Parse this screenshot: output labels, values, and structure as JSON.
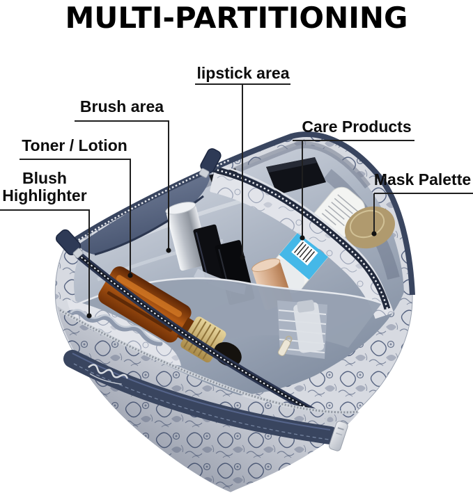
{
  "title": "MULTI-PARTITIONING",
  "callouts": {
    "lipstick": {
      "label": "lipstick area"
    },
    "brush": {
      "label": "Brush area"
    },
    "toner": {
      "label": "Toner / Lotion"
    },
    "blush": {
      "line1": "Blush",
      "line2": "Highlighter"
    },
    "care": {
      "label": "Care Products"
    },
    "mask": {
      "label": "Mask Palette"
    }
  },
  "palette": {
    "background": "#ffffff",
    "label_text": "#0d0d0d",
    "callout_line": "#1f1f1f",
    "bag_navy": "#39455f",
    "bag_navy_dark": "#232c44",
    "lining_gray": "#aeb7c5",
    "lining_shadow": "#707a8d",
    "zipper_tape": "#2a3349",
    "silver": "#d6dade",
    "amber_bottle": "#8a4312",
    "gold_cap": "#c2a364",
    "care_tube_blue": "#45b8e8",
    "rose_gold": "#cf9f7a",
    "palette_gold": "#b09a6e",
    "pink_item": "#ecc3b2"
  },
  "bag_items": [
    "black-compact",
    "care-product-tube",
    "gold-mask-palette",
    "chrome-toner-bottle",
    "black-perfume-bottle",
    "rose-gold-bottle",
    "frosted-bottle",
    "amber-dropper-bottle",
    "ruched-blush-pocket",
    "pink-brush",
    "zipper-charm"
  ]
}
